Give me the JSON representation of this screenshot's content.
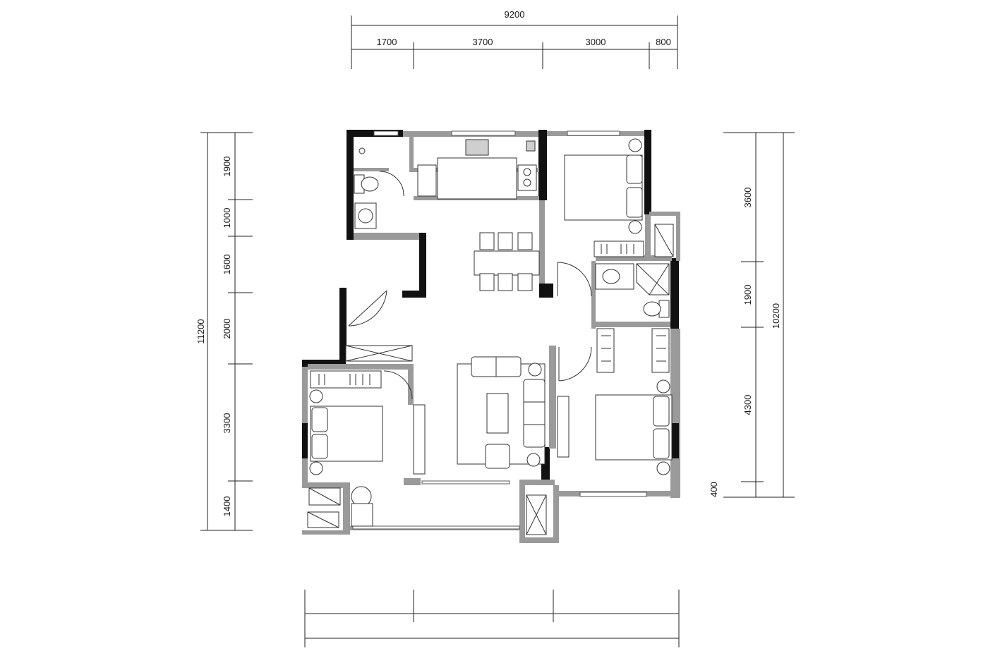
{
  "plan": {
    "top_dims": {
      "total": "9200",
      "segments": [
        "1700",
        "3700",
        "3000",
        "800"
      ]
    },
    "left_dims": {
      "total": "11200",
      "segments": [
        "1900",
        "1000",
        "1600",
        "2000",
        "3300",
        "1400"
      ]
    },
    "right_dims": {
      "total": "10200",
      "segments": [
        "3600",
        "1900",
        "4300",
        "400"
      ]
    },
    "wall_color": "#111111",
    "partition_color": "#9a9a9a"
  }
}
